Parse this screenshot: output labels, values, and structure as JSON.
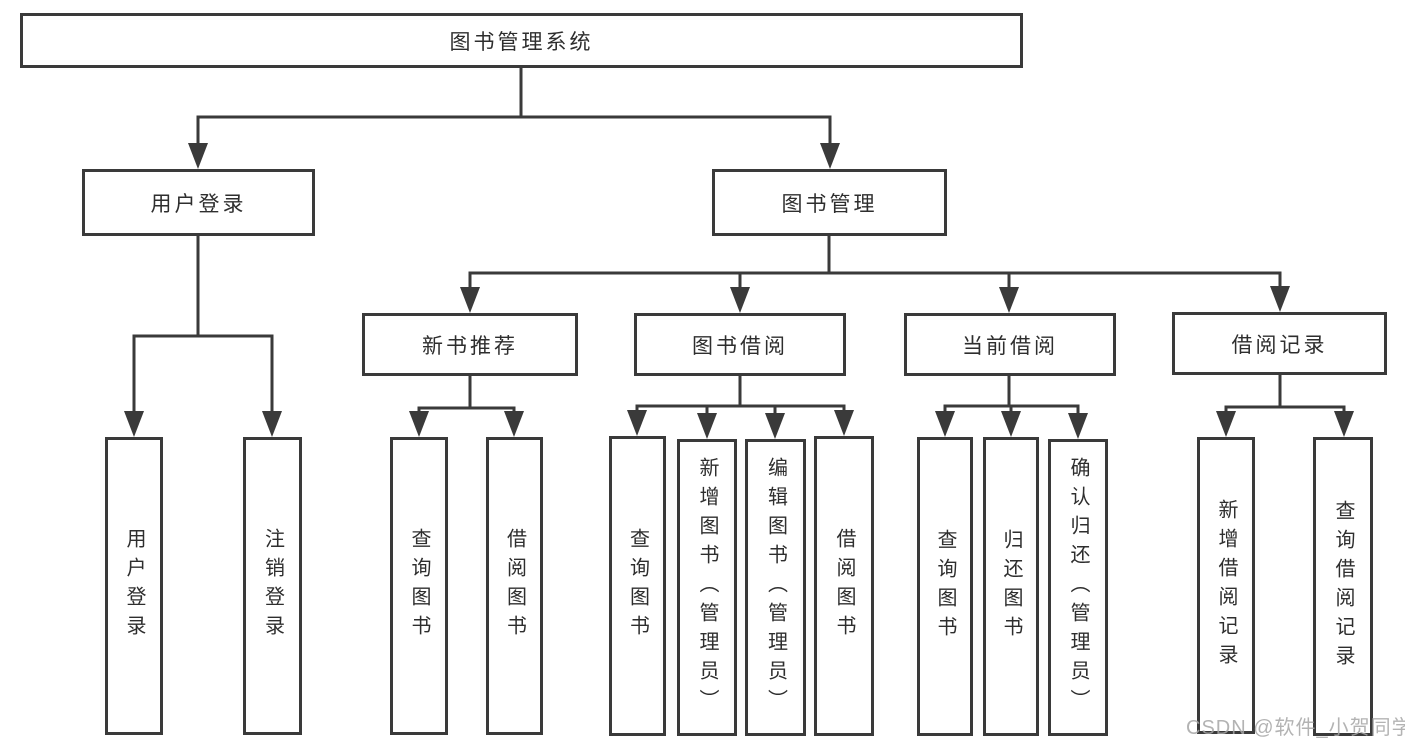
{
  "tree": {
    "root": {
      "label": "图书管理系统",
      "children": [
        {
          "label": "用户登录",
          "children": [
            {
              "label": "用户登录"
            },
            {
              "label": "注销登录"
            }
          ]
        },
        {
          "label": "图书管理",
          "children": [
            {
              "label": "新书推荐",
              "children": [
                {
                  "label": "查询图书"
                },
                {
                  "label": "借阅图书"
                }
              ]
            },
            {
              "label": "图书借阅",
              "children": [
                {
                  "label": "查询图书"
                },
                {
                  "label": "新增图书（管理员）"
                },
                {
                  "label": "编辑图书（管理员）"
                },
                {
                  "label": "借阅图书"
                }
              ]
            },
            {
              "label": "当前借阅",
              "children": [
                {
                  "label": "查询图书"
                },
                {
                  "label": "归还图书"
                },
                {
                  "label": "确认归还（管理员）"
                }
              ]
            },
            {
              "label": "借阅记录",
              "children": [
                {
                  "label": "新增借阅记录"
                },
                {
                  "label": "查询借阅记录"
                }
              ]
            }
          ]
        }
      ]
    }
  },
  "watermark": {
    "text": "CSDN @软件_小贺同学"
  },
  "colors": {
    "border": "#3a3a3a",
    "text": "#2e2e2e",
    "watermark": "#a6a6a6",
    "background": "#ffffff"
  }
}
